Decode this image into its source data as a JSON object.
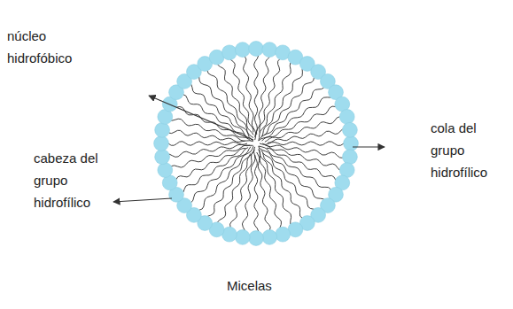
{
  "diagram": {
    "labels": [
      "núcleo hidrofóbico",
      "cabeza del grupo hidrofílico",
      "cola del grupo hidrofílico",
      "Micelas"
    ]
  }
}
